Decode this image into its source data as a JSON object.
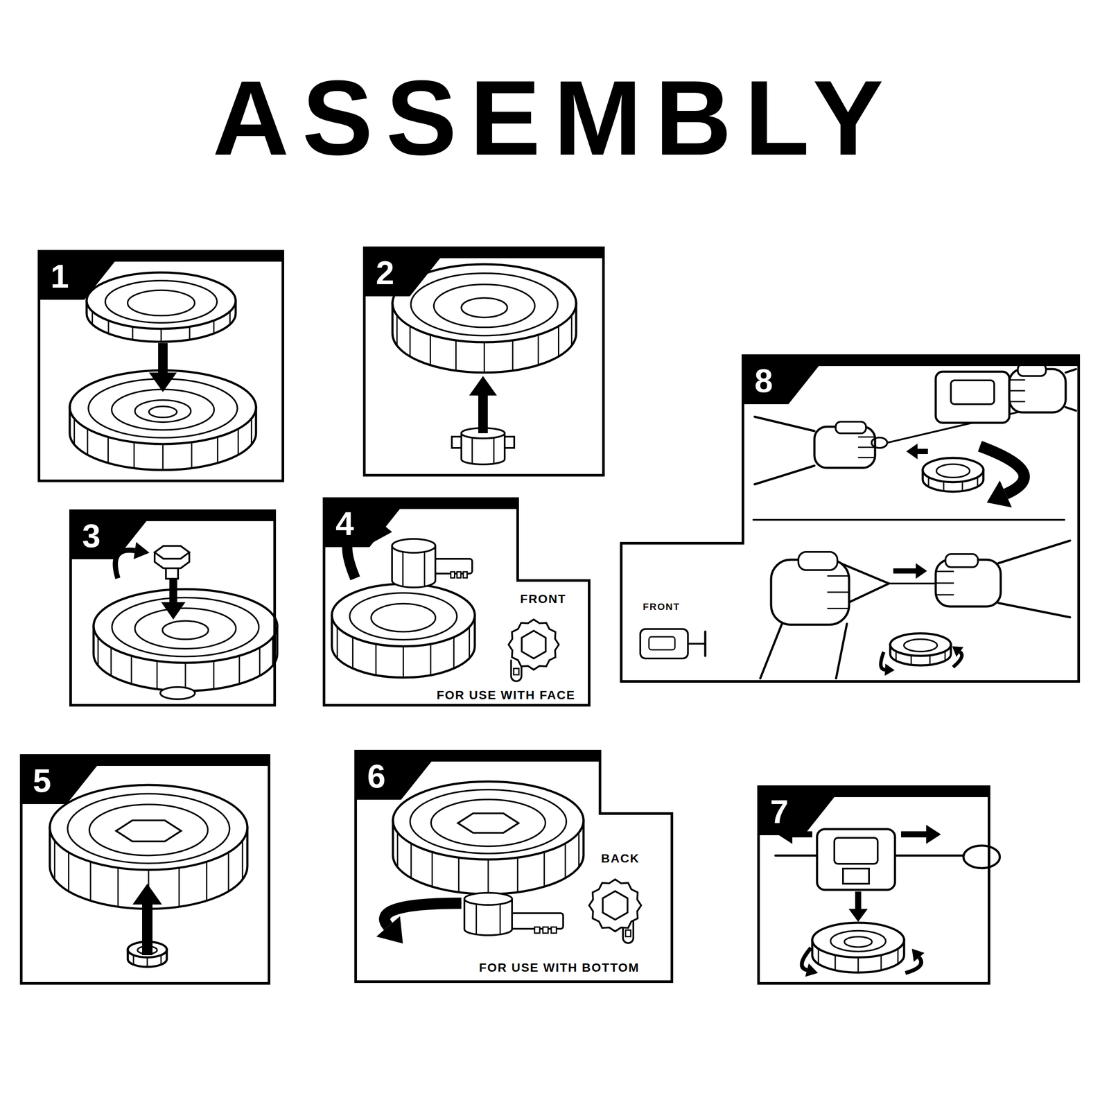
{
  "diagram": {
    "title": "ASSEMBLY",
    "nodes": [
      {
        "text": [
          "1"
        ]
      },
      {
        "text": [
          "2"
        ]
      },
      {
        "text": [
          "3"
        ]
      },
      {
        "text": [
          "4",
          "FRONT",
          "FOR USE WITH FACE"
        ]
      },
      {
        "text": [
          "5"
        ]
      },
      {
        "text": [
          "6",
          "BACK",
          "FOR USE WITH BOTTOM"
        ]
      },
      {
        "text": [
          "7"
        ]
      },
      {
        "text": [
          "8",
          "FRONT"
        ]
      }
    ]
  }
}
